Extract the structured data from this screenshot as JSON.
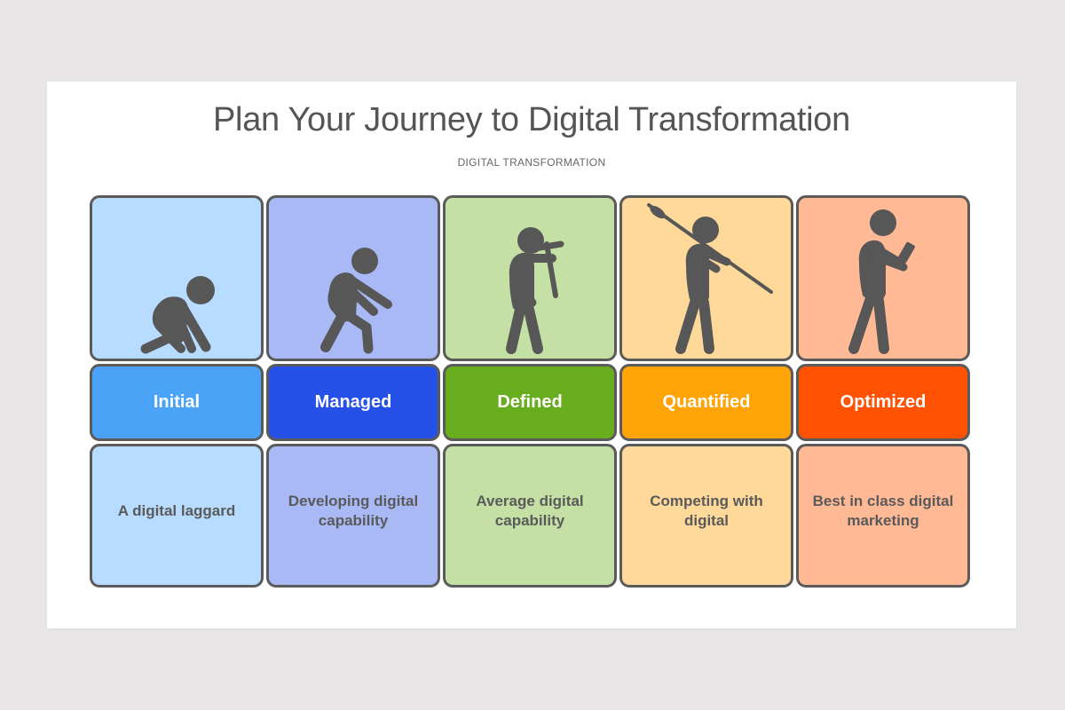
{
  "slide": {
    "title": "Plan Your Journey to Digital Transformation",
    "subtitle": "DIGITAL TRANSFORMATION"
  },
  "stages": [
    {
      "label": "Initial",
      "description": "A digital laggard",
      "icon": "crawling-person-icon",
      "light_color": "#b8dcff",
      "label_color": "#4aa3f7"
    },
    {
      "label": "Managed",
      "description": "Developing digital capability",
      "icon": "hunched-walking-person-icon",
      "light_color": "#a9b9f5",
      "label_color": "#2551e8"
    },
    {
      "label": "Defined",
      "description": "Average digital capability",
      "icon": "person-with-tool-icon",
      "light_color": "#c4e0a4",
      "label_color": "#67ad1d"
    },
    {
      "label": "Quantified",
      "description": "Competing with digital",
      "icon": "person-with-spear-icon",
      "light_color": "#ffd99a",
      "label_color": "#ffa406"
    },
    {
      "label": "Optimized",
      "description": "Best in class digital marketing",
      "icon": "person-with-phone-icon",
      "light_color": "#ffb995",
      "label_color": "#ff5203"
    }
  ],
  "colors": {
    "border": "#5b5b5b",
    "figure": "#575757",
    "title_text": "#555555",
    "background": "#e8e6e6"
  }
}
